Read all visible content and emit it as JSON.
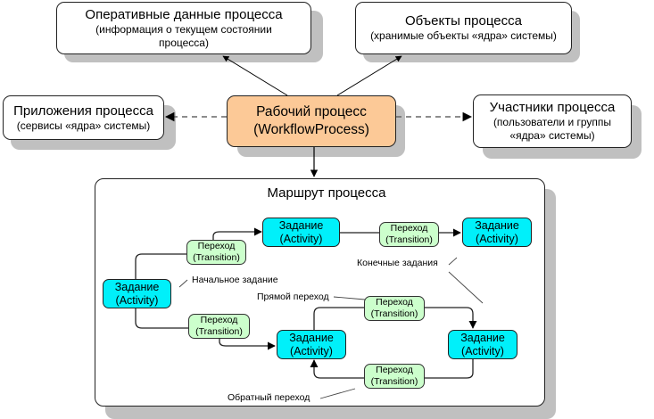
{
  "diagram": {
    "operational_data": {
      "title": "Оперативные данные процесса",
      "sub1": "(информация о текущем состоянии",
      "sub2": "процесса)"
    },
    "process_objects": {
      "title": "Объекты процесса",
      "sub1": "(хранимые объекты «ядра» системы)"
    },
    "applications": {
      "title": "Приложения процесса",
      "sub1": "(сервисы «ядра» системы)"
    },
    "workflow": {
      "title": "Рабочий процесс",
      "sub1": "(WorkflowProcess)"
    },
    "participants": {
      "title": "Участники процесса",
      "sub1": "(пользователи и группы",
      "sub2": "«ядра» системы)"
    },
    "route": {
      "title": "Маршрут процесса",
      "activity": {
        "line1": "Задание",
        "line2": "(Activity)"
      },
      "transition": {
        "line1": "Переход",
        "line2": "(Transition)"
      },
      "notes": {
        "start": "Начальное задание",
        "end": "Конечные задания",
        "forward": "Прямой переход",
        "backward": "Обратный переход"
      }
    },
    "colors": {
      "workflow_fill": "#fcc997",
      "activity_fill": "#00f0fa",
      "transition_fill": "#ccffcc",
      "shadow": "#c0c0c0"
    }
  }
}
